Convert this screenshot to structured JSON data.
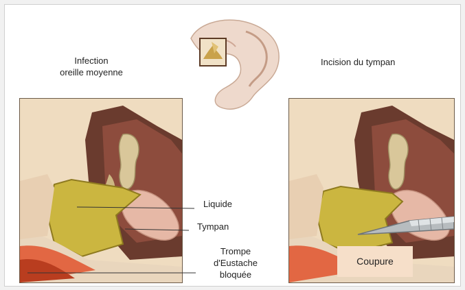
{
  "left_panel": {
    "title_line1": "Infection",
    "title_line2": "oreille moyenne"
  },
  "right_panel": {
    "title": "Incision du tympan"
  },
  "labels": {
    "liquide": "Liquide",
    "tympan": "Tympan",
    "trompe_line1": "Trompe",
    "trompe_line2": "d'Eustache",
    "trompe_line3": "bloquée",
    "coupure": "Coupure"
  },
  "colors": {
    "fluid": "#cbb640",
    "bone": "#d9c79a",
    "cavity": "#6a3b2e",
    "tissue": "#e6b8a6",
    "eustachian": "#e0542e"
  }
}
